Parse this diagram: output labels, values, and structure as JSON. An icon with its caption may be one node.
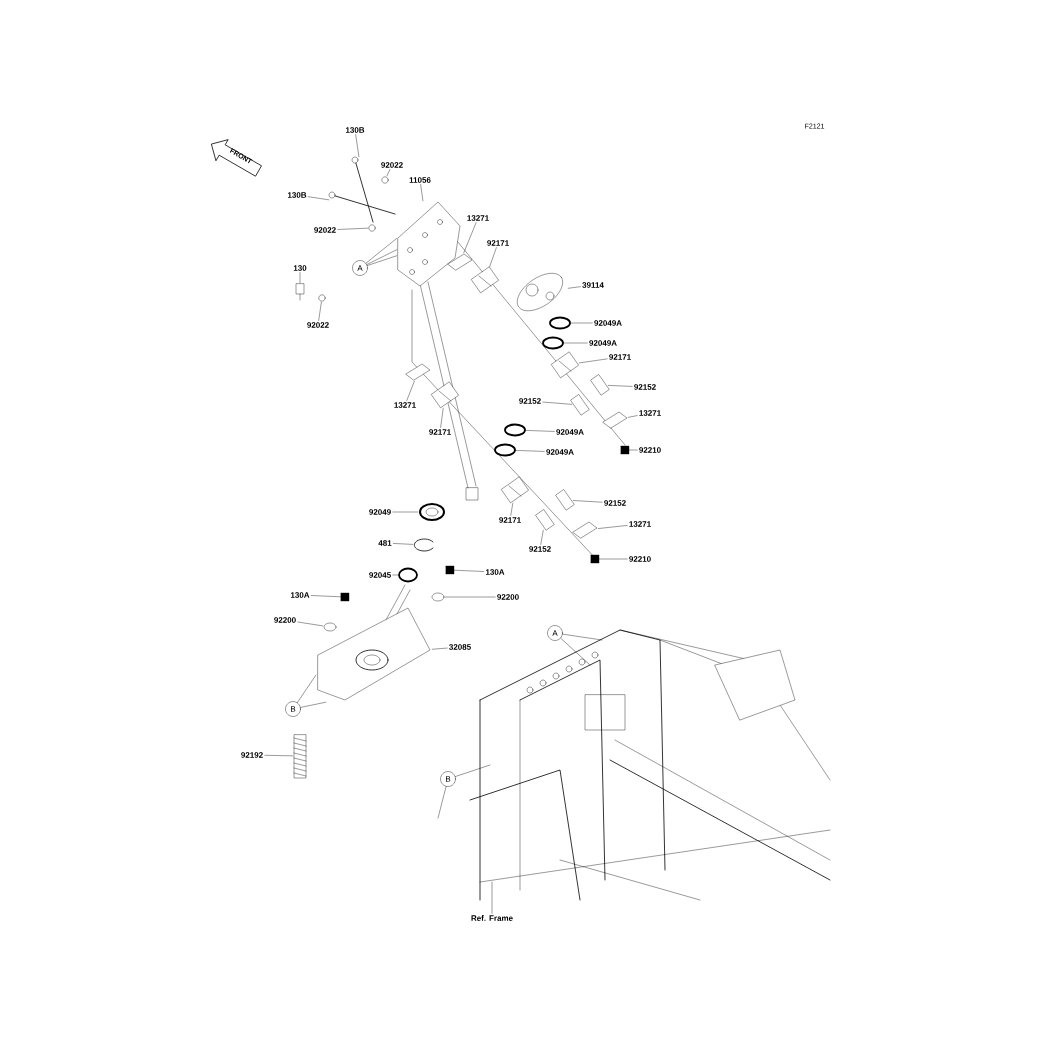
{
  "diagram": {
    "nodes": [
      {
        "text": [
          "130B"
        ]
      },
      {
        "text": [
          "92022"
        ]
      },
      {
        "text": [
          "11056"
        ]
      },
      {
        "text": [
          "130B"
        ]
      },
      {
        "text": [
          "13271"
        ]
      },
      {
        "text": [
          "92022"
        ]
      },
      {
        "text": [
          "92171"
        ]
      },
      {
        "text": [
          "A"
        ]
      },
      {
        "text": [
          "39114"
        ]
      },
      {
        "text": [
          "130"
        ]
      },
      {
        "text": [
          "92022"
        ]
      },
      {
        "text": [
          "92049A"
        ]
      },
      {
        "text": [
          "92049A"
        ]
      },
      {
        "text": [
          "92171"
        ]
      },
      {
        "text": [
          "92152"
        ]
      },
      {
        "text": [
          "13271"
        ]
      },
      {
        "text": [
          "92152"
        ]
      },
      {
        "text": [
          "13271"
        ]
      },
      {
        "text": [
          "92171"
        ]
      },
      {
        "text": [
          "92049A"
        ]
      },
      {
        "text": [
          "92210"
        ]
      },
      {
        "text": [
          "92049A"
        ]
      },
      {
        "text": [
          "92049"
        ]
      },
      {
        "text": [
          "92152"
        ]
      },
      {
        "text": [
          "92171"
        ]
      },
      {
        "text": [
          "13271"
        ]
      },
      {
        "text": [
          "92152"
        ]
      },
      {
        "text": [
          "92210"
        ]
      },
      {
        "text": [
          "481"
        ]
      },
      {
        "text": [
          "92045"
        ]
      },
      {
        "text": [
          "130A"
        ]
      },
      {
        "text": [
          "130A"
        ]
      },
      {
        "text": [
          "92200"
        ]
      },
      {
        "text": [
          "92200"
        ]
      },
      {
        "text": [
          "32085"
        ]
      },
      {
        "text": [
          "B"
        ]
      },
      {
        "text": [
          "92192"
        ]
      },
      {
        "text": [
          "A"
        ]
      },
      {
        "text": [
          "B"
        ]
      },
      {
        "text": [
          "Ref. Frame"
        ]
      },
      {
        "text": [],
        "shape": "picture"
      },
      {
        "text": [],
        "shape": "picture"
      },
      {
        "text": [],
        "shape": "picture"
      },
      {
        "text": [],
        "shape": "picture"
      },
      {
        "text": [],
        "shape": "picture"
      },
      {
        "text": [],
        "shape": "picture"
      },
      {
        "text": [],
        "shape": "picture"
      },
      {
        "text": [],
        "shape": "picture"
      },
      {
        "text": [],
        "shape": "picture"
      },
      {
        "text": [],
        "shape": "picture"
      },
      {
        "text": [],
        "shape": "circle"
      },
      {
        "text": [],
        "shape": "circle"
      },
      {
        "text": [],
        "shape": "picture"
      },
      {
        "text": [],
        "shape": "picture"
      },
      {
        "text": [],
        "shape": "picture"
      },
      {
        "text": [],
        "shape": "picture"
      },
      {
        "text": [],
        "shape": "picture"
      },
      {
        "text": [],
        "shape": "picture"
      },
      {
        "text": [],
        "shape": "circle"
      },
      {
        "text": [],
        "shape": "box"
      },
      {
        "text": [],
        "shape": "circle"
      },
      {
        "text": [],
        "shape": "picture"
      },
      {
        "text": [],
        "shape": "picture"
      },
      {
        "text": [],
        "shape": "picture"
      },
      {
        "text": [],
        "shape": "picture"
      },
      {
        "text": [],
        "shape": "picture"
      },
      {
        "text": [],
        "shape": "box"
      },
      {
        "text": [],
        "shape": "picture"
      },
      {
        "text": [],
        "shape": "circle"
      },
      {
        "text": [],
        "shape": "box"
      },
      {
        "text": [],
        "shape": "box"
      },
      {
        "text": [],
        "shape": "picture"
      },
      {
        "text": [],
        "shape": "picture"
      },
      {
        "text": [],
        "shape": "picture"
      },
      {
        "text": [],
        "shape": "picture"
      },
      {
        "text": [
          "FRONT"
        ]
      }
    ],
    "edges": [
      {
        "from": 0,
        "to": 40,
        "arrow": "none"
      },
      {
        "from": 1,
        "to": 41,
        "arrow": "none"
      },
      {
        "from": 2,
        "to": 42,
        "arrow": "none"
      },
      {
        "from": 3,
        "to": 43,
        "arrow": "none"
      },
      {
        "from": 4,
        "to": 44,
        "arrow": "none"
      },
      {
        "from": 5,
        "to": 45,
        "arrow": "none"
      },
      {
        "from": 6,
        "to": 46,
        "arrow": "none"
      },
      {
        "from": 7,
        "to": 42,
        "arrow": "none"
      },
      {
        "from": 7,
        "to": 42,
        "arrow": "none"
      },
      {
        "from": 7,
        "to": 42,
        "arrow": "none"
      },
      {
        "from": 8,
        "to": 47,
        "arrow": "none"
      },
      {
        "from": 9,
        "to": 48,
        "arrow": "none"
      },
      {
        "from": 10,
        "to": 49,
        "arrow": "none"
      },
      {
        "from": 11,
        "to": 50,
        "arrow": "none"
      },
      {
        "from": 12,
        "to": 51,
        "arrow": "none"
      },
      {
        "from": 13,
        "to": 52,
        "arrow": "none"
      },
      {
        "from": 14,
        "to": 53,
        "arrow": "none"
      },
      {
        "from": 15,
        "to": 54,
        "arrow": "none"
      },
      {
        "from": 16,
        "to": 55,
        "arrow": "none"
      },
      {
        "from": 17,
        "to": 56,
        "arrow": "none"
      },
      {
        "from": 18,
        "to": 57,
        "arrow": "none"
      },
      {
        "from": 19,
        "to": 58,
        "arrow": "none"
      },
      {
        "from": 20,
        "to": 59,
        "arrow": "none"
      },
      {
        "from": 21,
        "to": 60,
        "arrow": "none"
      },
      {
        "from": 22,
        "to": 61,
        "arrow": "none"
      },
      {
        "from": 23,
        "to": 62,
        "arrow": "none"
      },
      {
        "from": 24,
        "to": 63,
        "arrow": "none"
      },
      {
        "from": 25,
        "to": 64,
        "arrow": "none"
      },
      {
        "from": 26,
        "to": 65,
        "arrow": "none"
      },
      {
        "from": 27,
        "to": 66,
        "arrow": "none"
      },
      {
        "from": 28,
        "to": 67,
        "arrow": "none"
      },
      {
        "from": 29,
        "to": 68,
        "arrow": "none"
      },
      {
        "from": 30,
        "to": 69,
        "arrow": "none"
      },
      {
        "from": 31,
        "to": 70,
        "arrow": "none"
      },
      {
        "from": 32,
        "to": 71,
        "arrow": "none"
      },
      {
        "from": 33,
        "to": 72,
        "arrow": "none"
      },
      {
        "from": 34,
        "to": 73,
        "arrow": "none"
      },
      {
        "from": 35,
        "to": 73,
        "arrow": "none"
      },
      {
        "from": 35,
        "to": 73,
        "arrow": "none"
      },
      {
        "from": 36,
        "to": 74,
        "arrow": "none"
      },
      {
        "from": 37,
        "to": null,
        "arrow": "none"
      },
      {
        "from": 37,
        "to": null,
        "arrow": "none"
      },
      {
        "from": 38,
        "to": null,
        "arrow": "none"
      },
      {
        "from": 38,
        "to": null,
        "arrow": "none"
      },
      {
        "from": 39,
        "to": null,
        "arrow": "none"
      }
    ],
    "labels": [
      "F2121"
    ]
  }
}
